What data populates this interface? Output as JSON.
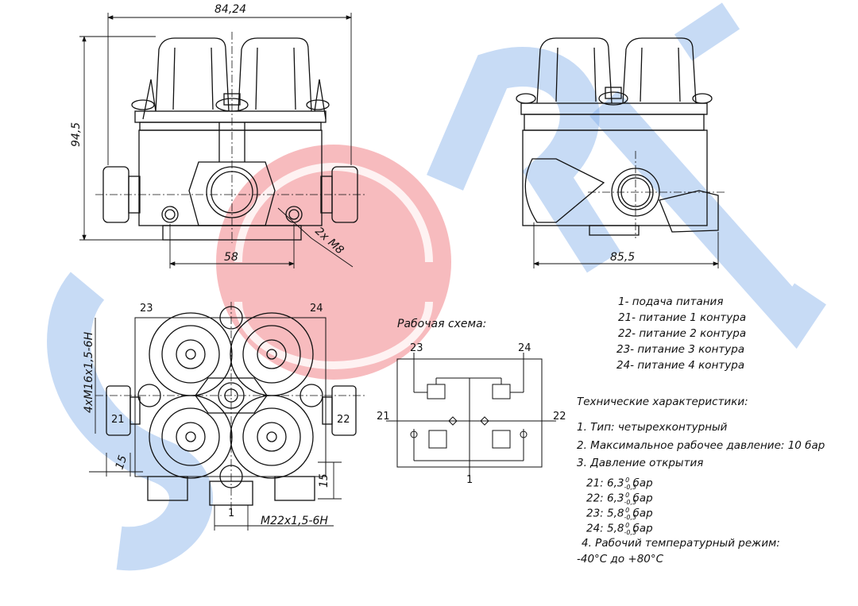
{
  "watermark": {
    "letters": "SORL",
    "color_blue": "#1e6fd9",
    "color_red": "#e8202a"
  },
  "dimensions": {
    "width_top": "84,24",
    "height_left": "94,5",
    "span_bottom": "58",
    "holes": "2x M8",
    "width_side": "85,5",
    "thread_side": "4xM16x1,5-6H",
    "offset_left": "15",
    "offset_bottom": "15",
    "thread_bottom": "M22x1,5-6H"
  },
  "port_labels": {
    "p23": "23",
    "p24": "24",
    "p21": "21",
    "p22": "22",
    "p1": "1"
  },
  "schema": {
    "title": "Рабочая схема:",
    "p23": "23",
    "p24": "24",
    "p21": "21",
    "p22": "22",
    "p1": "1"
  },
  "legend": [
    "1- подача питания",
    "21- питание 1 контура",
    "22- питание 2 контура",
    "23- питание 3 контура",
    "24- питание 4 контура"
  ],
  "specs": {
    "title": "Технические характеристики:",
    "item1": "1. Тип: четырехконтурный",
    "item2": "2. Максимальное рабочее давление: 10 бар",
    "item3": "3. Давление открытия",
    "pressures": [
      {
        "port": "21:",
        "value": "6,3",
        "tol": "-0,3",
        "tol_up": "0",
        "unit": "бар"
      },
      {
        "port": "22:",
        "value": "6,3",
        "tol": "-0,3",
        "tol_up": "0",
        "unit": "бар"
      },
      {
        "port": "23:",
        "value": "5,8",
        "tol": "-0,3",
        "tol_up": "0",
        "unit": "бар"
      },
      {
        "port": "24:",
        "value": "5,8",
        "tol": "-0,3",
        "tol_up": "0",
        "unit": "бар"
      }
    ],
    "item4": "4. Рабочий температурный режим:",
    "temp": "-40°C до +80°C"
  }
}
